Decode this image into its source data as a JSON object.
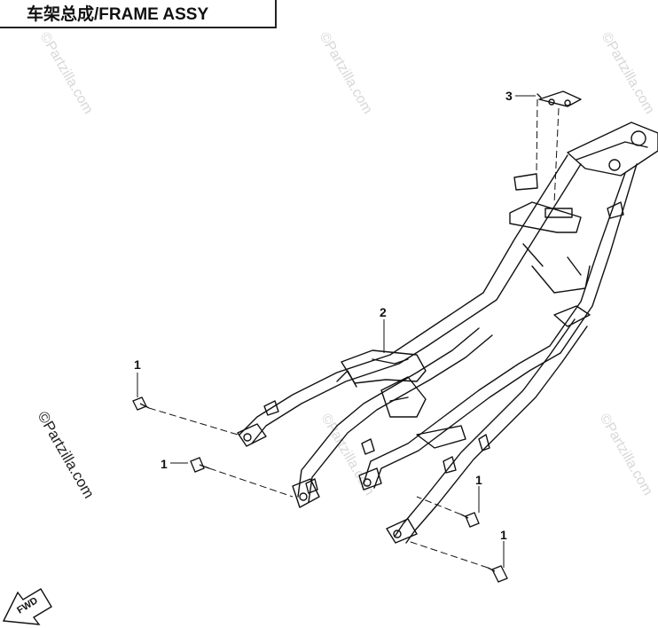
{
  "title": "车架总成/FRAME ASSY",
  "callouts": {
    "c1a": "1",
    "c1b": "1",
    "c1c": "1",
    "c1d": "1",
    "c2": "2",
    "c3": "3"
  },
  "watermark": "©Partzilla.com",
  "fwd_label": "FWD"
}
